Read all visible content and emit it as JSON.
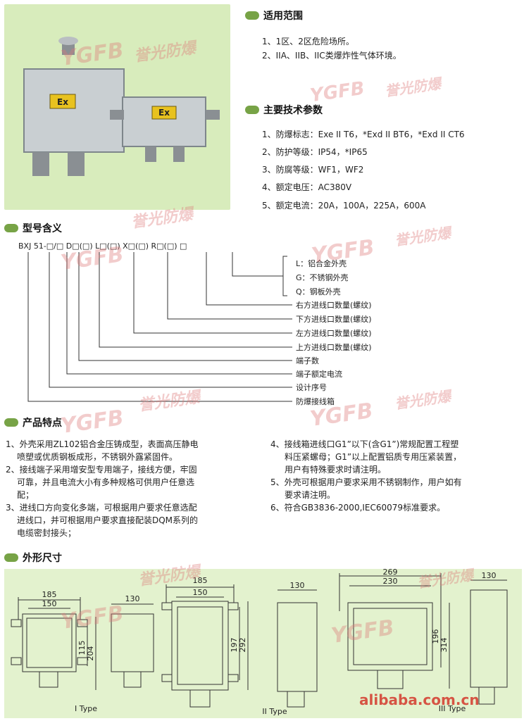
{
  "sections": {
    "scope_title": "适用范围",
    "params_title": "主要技术参数",
    "model_title": "型号含义",
    "features_title": "产品特点",
    "dims_title": "外形尺寸"
  },
  "photo": {
    "label_1": "Ex",
    "label_2": "Ex"
  },
  "scope": [
    "1、1区、2区危险场所。",
    "2、IIA、IIB、IIC类爆炸性气体环境。"
  ],
  "params": [
    "1、防爆标志：Exe II T6，*Exd II BT6，*Exd II CT6",
    "2、防护等级：IP54，*IP65",
    "3、防腐等级：WF1，WF2",
    "4、额定电压：AC380V",
    "5、额定电流：20A，100A，225A，600A"
  ],
  "model": {
    "code": "BXJ 51-□/□ D□(□) L□(□) X□(□) R□(□) □",
    "labels": [
      "L：铝合金外壳",
      "G：不锈钢外壳",
      "Q：钢板外壳",
      "右方进线口数量(螺纹)",
      "下方进线口数量(螺纹)",
      "左方进线口数量(螺纹)",
      "上方进线口数量(螺纹)",
      "端子数",
      "端子额定电流",
      "设计序号",
      "防爆接线箱"
    ]
  },
  "features_left": [
    "1、外壳采用ZL102铝合金压铸成型，表面高压静电",
    "喷塑或优质钢板成形，不锈钢外露紧固件。",
    "2、接线端子采用增安型专用端子，接线方便，牢固",
    "可靠，并且电流大小有多种规格可供用户任意选",
    "配；",
    "3、进线口方向变化多端，可根据用户要求任意选配",
    "进线口，并可根据用户要求直接配装DQM系列的",
    "电缆密封接头；"
  ],
  "features_right": [
    "4、接线箱进线口G1”以下(含G1”)常规配置工程塑",
    "料压紧螺母；G1”以上配置铝质专用压紧装置，",
    "用户有特殊要求时请注明。",
    "5、外壳可根据用户要求采用不锈钢制作，用户如有",
    "要求请注明。",
    "6、符合GB3836-2000,IEC60079标准要求。"
  ],
  "dims": {
    "t1_w_outer": "185",
    "t1_w_inner": "150",
    "t1_h_inner": "115",
    "t1_h_outer": "204",
    "t1_side_w": "130",
    "t1_type": "I Type",
    "t2_w_outer": "185",
    "t2_w_inner": "150",
    "t2_h_inner": "197",
    "t2_h_outer": "292",
    "t2_type": "II Type",
    "t3_side_w_left": "130",
    "t3_w_outer": "269",
    "t3_w_inner": "230",
    "t3_h_inner": "196",
    "t3_h_outer": "314",
    "t3_side_w_right": "130",
    "t3_type": "III Type"
  },
  "watermarks": {
    "brand": "YGFB",
    "cn": "誉光防爆",
    "site": "alibaba.com.cn"
  },
  "colors": {
    "accent_green": "#77a346",
    "panel_green": "#e3f2ce",
    "photo_bg": "#d8ecbc",
    "ex_label": "#e8c21f",
    "watermark": "#dc7878",
    "site_watermark": "#d4382c"
  }
}
